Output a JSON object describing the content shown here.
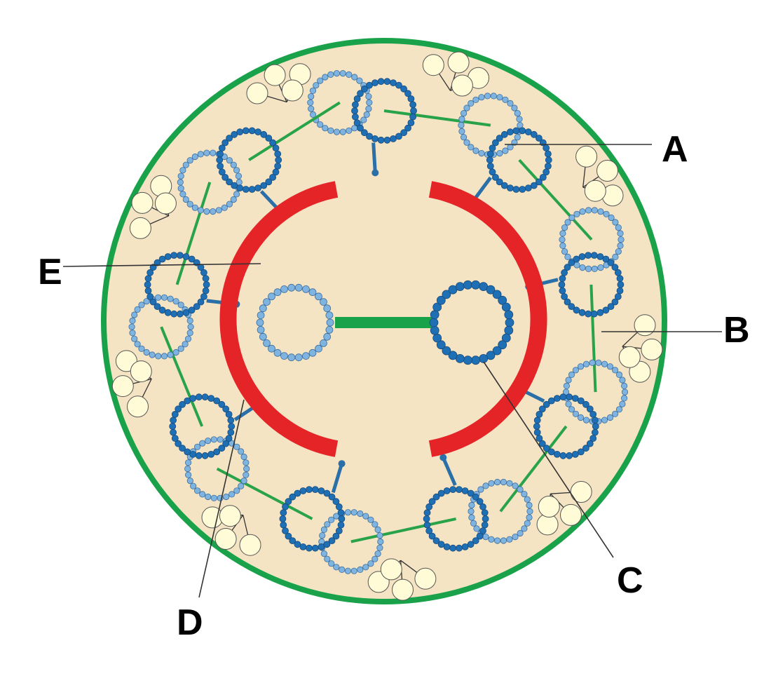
{
  "diagram": {
    "colors": {
      "background": "#ffffff",
      "cytoplasm": "#f5e4c4",
      "membrane": "#1aa24a",
      "sheath": "#e52428",
      "central_link": "#1aa24a",
      "nexin_link": "#29a34a",
      "tubule_dark": "#1f6fb5",
      "tubule_light": "#7fb3e0",
      "dynein_arm": "#fffbd6",
      "spoke": "#2a6fa8",
      "leader_line": "#333333"
    },
    "outer_doublet_count": 9,
    "labels": {
      "A": "A",
      "B": "B",
      "C": "C",
      "D": "D",
      "E": "E"
    }
  }
}
